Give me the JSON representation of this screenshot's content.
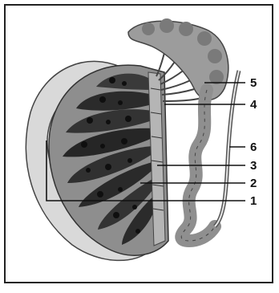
{
  "diagram": {
    "labels": [
      {
        "id": "1",
        "text": "1"
      },
      {
        "id": "2",
        "text": "2"
      },
      {
        "id": "3",
        "text": "3"
      },
      {
        "id": "4",
        "text": "4"
      },
      {
        "id": "5",
        "text": "5"
      },
      {
        "id": "6",
        "text": "6"
      }
    ]
  },
  "colors": {
    "tunica": "#d6d6d6",
    "tissue": "#8f8f8f",
    "lobule": "#4a4a4a",
    "tubule": "#151515",
    "epididymis": "#9a9a9a",
    "ink": "#111111"
  }
}
